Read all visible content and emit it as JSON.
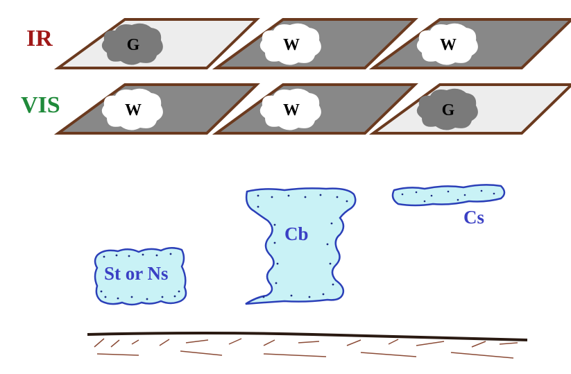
{
  "rows": {
    "ir": {
      "label": "IR",
      "color": "#a01818"
    },
    "vis": {
      "label": "VIS",
      "color": "#1f8a3a"
    }
  },
  "panels": {
    "ir": [
      {
        "letter": "G",
        "background": "light",
        "blob": "gray"
      },
      {
        "letter": "W",
        "background": "dark",
        "blob": "white"
      },
      {
        "letter": "W",
        "background": "dark",
        "blob": "white"
      }
    ],
    "vis": [
      {
        "letter": "W",
        "background": "dark",
        "blob": "white"
      },
      {
        "letter": "W",
        "background": "dark",
        "blob": "white"
      },
      {
        "letter": "G",
        "background": "light",
        "blob": "gray"
      }
    ]
  },
  "clouds": {
    "st_ns": {
      "label": "St or Ns"
    },
    "cb": {
      "label": "Cb"
    },
    "cs": {
      "label": "Cs"
    }
  },
  "colors": {
    "panel_border": "#6b3a1f",
    "panel_dark": "#888888",
    "panel_light": "#ededed",
    "blob_gray": "#7a7a7a",
    "blob_white": "#ffffff",
    "cloud_outline": "#2b3fb8",
    "cloud_fill": "#c9f2f6",
    "ground_line": "#2a1a12",
    "ground_hatch": "#8a4a35",
    "cloud_label": "#3a3fc4"
  }
}
